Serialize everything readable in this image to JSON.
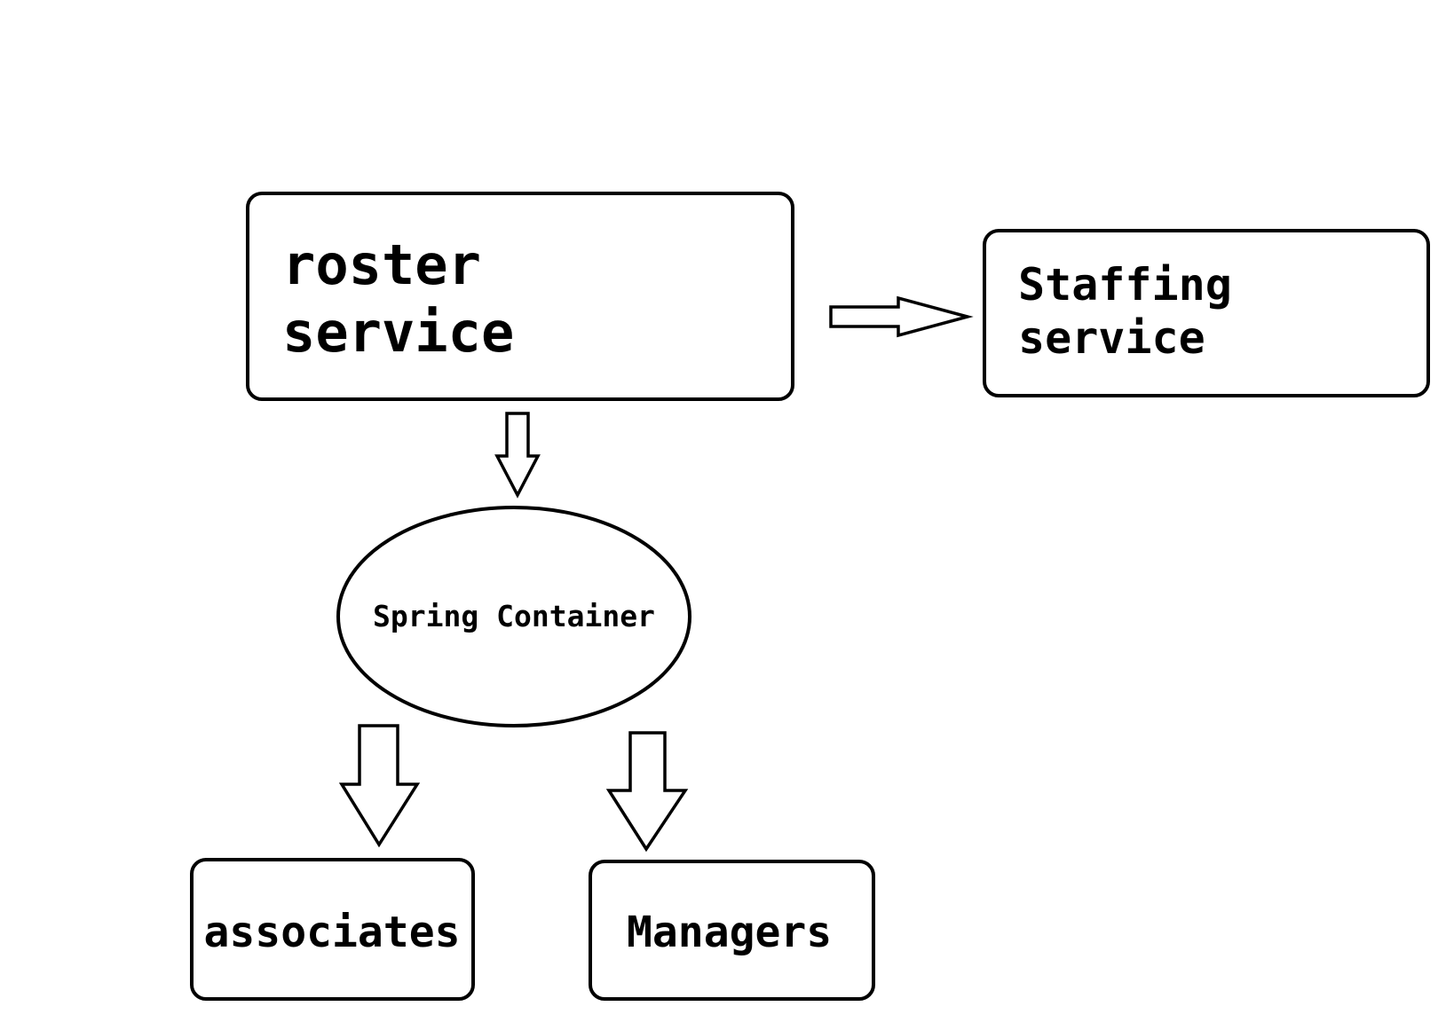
{
  "diagram": {
    "nodes": {
      "roster_service": {
        "line1": "roster",
        "line2": "service"
      },
      "staffing_service": {
        "line1": "Staffing",
        "line2": "service"
      },
      "spring_container": {
        "label": "Spring Container"
      },
      "associates": {
        "label": "associates"
      },
      "managers": {
        "label": "Managers"
      }
    },
    "edges": [
      {
        "from": "roster_service",
        "to": "staffing_service"
      },
      {
        "from": "roster_service",
        "to": "spring_container"
      },
      {
        "from": "spring_container",
        "to": "associates"
      },
      {
        "from": "spring_container",
        "to": "managers"
      }
    ]
  }
}
